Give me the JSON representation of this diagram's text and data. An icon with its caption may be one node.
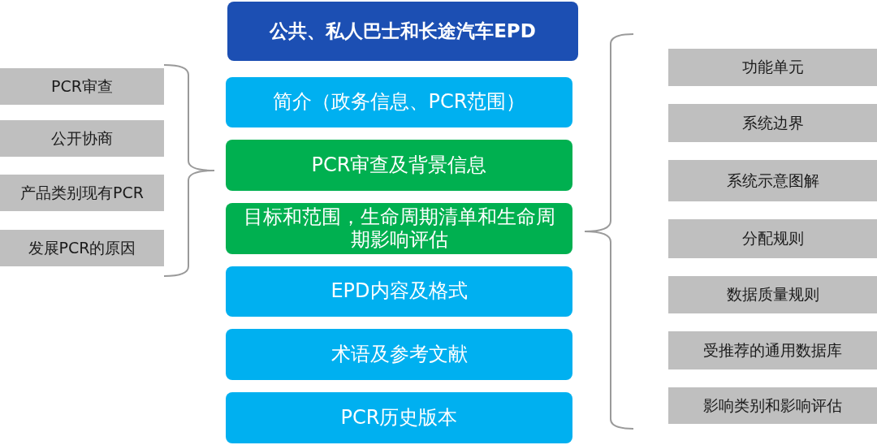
{
  "diagram": {
    "nodes": [
      {
        "text": [
          "公共、私人巴士和长途汽车EPD"
        ]
      },
      {
        "text": [
          "简介（政务信息、PCR范围）"
        ]
      },
      {
        "text": [
          "PCR审查及背景信息"
        ]
      },
      {
        "text": [
          "目标和范围，生命周期清单和生命周期影响评估"
        ]
      },
      {
        "text": [
          "EPD内容及格式"
        ]
      },
      {
        "text": [
          "术语及参考文献"
        ]
      },
      {
        "text": [
          "PCR历史版本"
        ]
      },
      {
        "text": [
          "PCR审查"
        ]
      },
      {
        "text": [
          "公开协商"
        ]
      },
      {
        "text": [
          "产品类别现有PCR"
        ]
      },
      {
        "text": [
          "发展PCR的原因"
        ]
      },
      {
        "text": [
          "功能单元"
        ]
      },
      {
        "text": [
          "系统边界"
        ]
      },
      {
        "text": [
          "系统示意图解"
        ]
      },
      {
        "text": [
          "分配规则"
        ]
      },
      {
        "text": [
          "数据质量规则"
        ]
      },
      {
        "text": [
          "受推荐的通用数据库"
        ]
      },
      {
        "text": [
          "影响类别和影响评估"
        ]
      }
    ]
  }
}
